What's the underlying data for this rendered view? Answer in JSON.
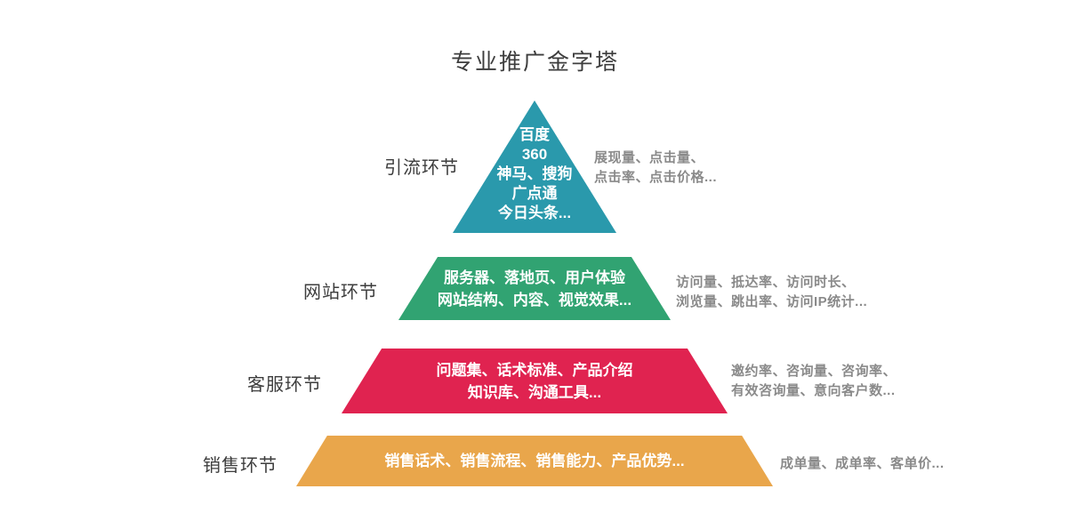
{
  "page": {
    "title": "专业推广金字塔",
    "background_color": "#ffffff",
    "title_color": "#3d3d3d",
    "metrics_color": "#8a8a8a"
  },
  "pyramid": {
    "levels": [
      {
        "id": "traffic",
        "label": "引流环节",
        "shape": "triangle",
        "color": "#2a99ac",
        "content_lines": [
          "百度",
          "360",
          "神马、搜狗",
          "广点通",
          "今日头条..."
        ],
        "metrics_lines": [
          "展现量、点击量、",
          "点击率、点击价格..."
        ]
      },
      {
        "id": "website",
        "label": "网站环节",
        "shape": "trapezoid",
        "color": "#31a372",
        "content_lines": [
          "服务器、落地页、用户体验",
          "网站结构、内容、视觉效果..."
        ],
        "metrics_lines": [
          "访问量、抵达率、访问时长、",
          "浏览量、跳出率、访问IP统计..."
        ]
      },
      {
        "id": "customer-service",
        "label": "客服环节",
        "shape": "trapezoid",
        "color": "#e02350",
        "content_lines": [
          "问题集、话术标准、产品介绍",
          "知识库、沟通工具..."
        ],
        "metrics_lines": [
          "邀约率、咨询量、咨询率、",
          "有效咨询量、意向客户数..."
        ]
      },
      {
        "id": "sales",
        "label": "销售环节",
        "shape": "trapezoid",
        "color": "#e9a64b",
        "content_lines": [
          "销售话术、销售流程、销售能力、产品优势..."
        ],
        "metrics_lines": [
          "成单量、成单率、客单价..."
        ]
      }
    ]
  }
}
